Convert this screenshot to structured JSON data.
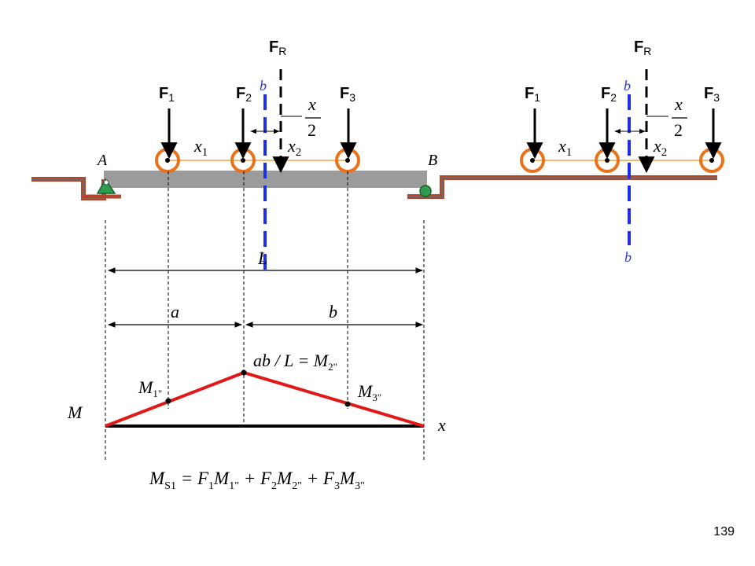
{
  "labels": {
    "resultant": "F",
    "resultant_sub": "R",
    "forces": [
      {
        "main": "F",
        "sub": "1"
      },
      {
        "main": "F",
        "sub": "2"
      },
      {
        "main": "F",
        "sub": "3"
      }
    ],
    "section": "b",
    "frac_num": "x",
    "frac_den": "2",
    "x1": "x",
    "x1_sub": "1",
    "x2": "x",
    "x2_sub": "2",
    "support_a": "A",
    "support_b": "B",
    "span_length": "L",
    "dim_a": "a",
    "dim_b": "b",
    "moment_axis": "M",
    "x_axis": "x",
    "peak_label": "ab / L = M",
    "peak_label_sub": "2\"",
    "m1": "M",
    "m1_sub": "1\"",
    "m3": "M",
    "m3_sub": "3\"",
    "formula_parts": [
      "M",
      "S1",
      " = F",
      "1",
      "M",
      "1\"",
      " + F",
      "2",
      "M",
      "2\"",
      " + F",
      "3",
      "M",
      "3\""
    ]
  },
  "colors": {
    "wheel": "#e8731a",
    "moment_line": "#e01818",
    "section_line": "#1b2ee8",
    "beam": "#9b9b9b",
    "support_rail": "#b5462c",
    "pin_support": "#2e9d4e",
    "roller_support": "#2e9d4e",
    "wheelbase_line": "#f0a04a"
  },
  "page_number": "139"
}
